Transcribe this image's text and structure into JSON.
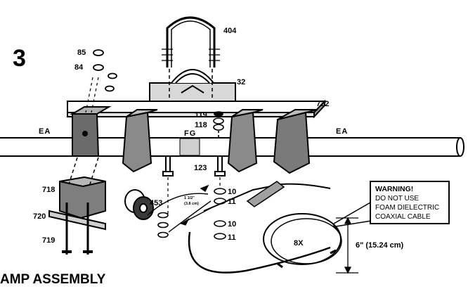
{
  "step_number": "3",
  "caption": "AMP ASSEMBLY",
  "side_labels": {
    "left": "EA",
    "right": "EA",
    "center": "FG"
  },
  "part_labels": {
    "p404": "404",
    "p32": "32",
    "p85": "85",
    "p84": "84",
    "p722": "722",
    "p119": "119",
    "p118": "118",
    "p123": "123",
    "p718": "718",
    "p720": "720",
    "p719": "719",
    "p453": "453",
    "p10a": "10",
    "p11a": "11",
    "p10b": "10",
    "p11b": "11"
  },
  "spacing_note": {
    "line1": "1 1/2\"",
    "line2": "(3.8 cm)"
  },
  "loop_count": "8X",
  "loop_dimension": "6\" (15.24 cm)",
  "warning": {
    "title": "WARNING!",
    "lines": [
      "DO NOT USE",
      "FOAM DIELECTRIC",
      "COAXIAL CABLE"
    ]
  }
}
